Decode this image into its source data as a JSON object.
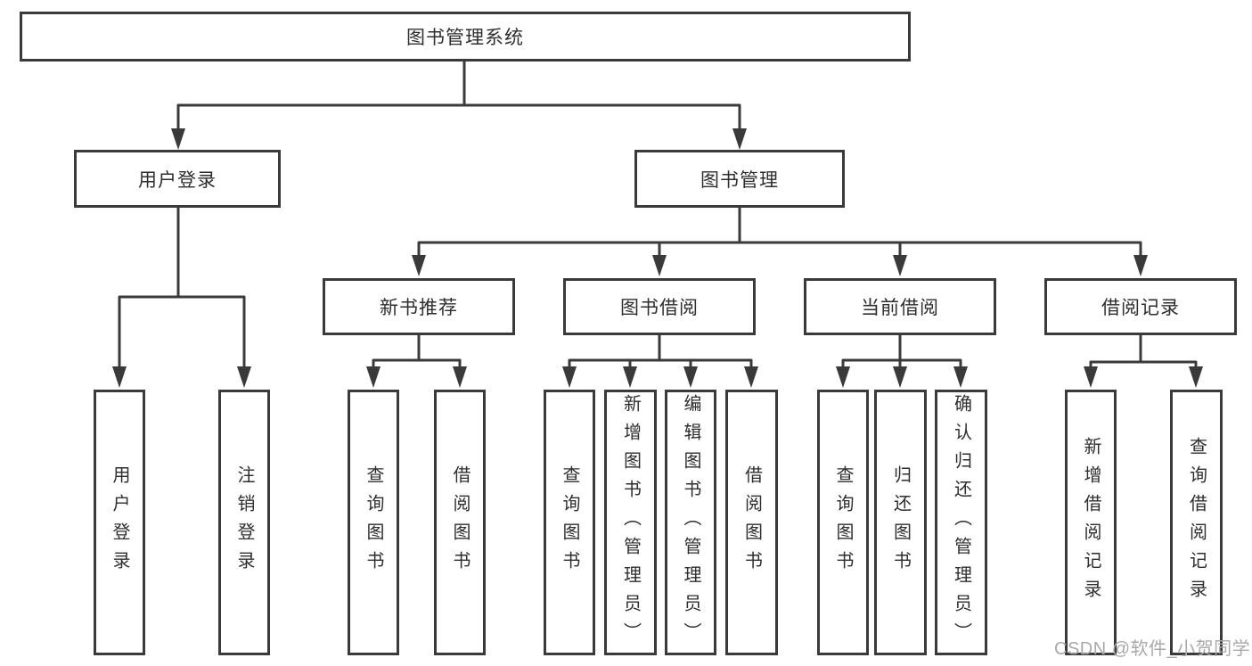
{
  "diagram": {
    "root": {
      "label": "图书管理系统"
    },
    "level1": [
      {
        "id": "user-login",
        "label": "用户登录"
      },
      {
        "id": "book-management",
        "label": "图书管理"
      }
    ],
    "level2": [
      {
        "id": "new-book-recommend",
        "label": "新书推荐"
      },
      {
        "id": "book-borrow",
        "label": "图书借阅"
      },
      {
        "id": "current-borrow",
        "label": "当前借阅"
      },
      {
        "id": "borrow-records",
        "label": "借阅记录"
      }
    ],
    "leaves": {
      "user_login": [
        {
          "label": "用户登录"
        },
        {
          "label": "注销登录"
        }
      ],
      "new_book_recommend": [
        {
          "label": "查询图书"
        },
        {
          "label": "借阅图书"
        }
      ],
      "book_borrow": [
        {
          "label": "查询图书"
        },
        {
          "label": "新增图书（管理员）"
        },
        {
          "label": "编辑图书（管理员）"
        },
        {
          "label": "借阅图书"
        }
      ],
      "current_borrow": [
        {
          "label": "查询图书"
        },
        {
          "label": "归还图书"
        },
        {
          "label": "确认归还（管理员）"
        }
      ],
      "borrow_records": [
        {
          "label": "新增借阅记录"
        },
        {
          "label": "查询借阅记录"
        }
      ]
    }
  },
  "watermark": {
    "text": "CSDN @软件_小贺同学"
  },
  "colors": {
    "line": "#3a3a3a",
    "text": "#2e2e2e",
    "watermark": "#a9a9a9",
    "background": "#ffffff"
  }
}
